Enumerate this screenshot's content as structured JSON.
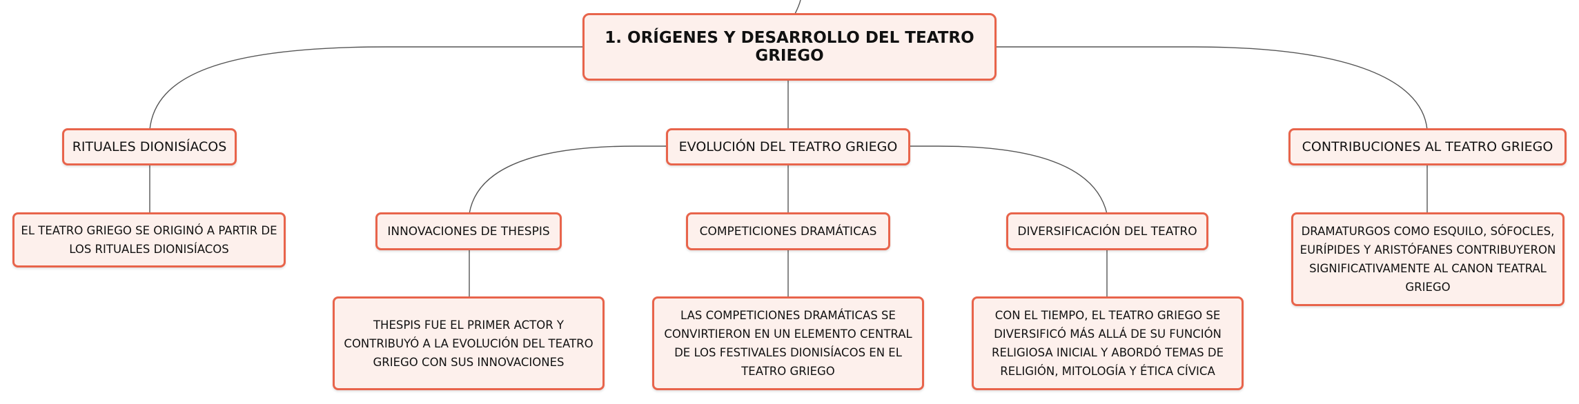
{
  "root": {
    "label": "1. ORÍGENES Y DESARROLLO DEL TEATRO GRIEGO"
  },
  "branches": {
    "rituales": "RITUALES DIONISÍACOS",
    "evolucion": "EVOLUCIÓN DEL TEATRO GRIEGO",
    "contribuciones": "CONTRIBUCIONES AL TEATRO GRIEGO"
  },
  "topics": {
    "thespis": "INNOVACIONES DE THESPIS",
    "competiciones": "COMPETICIONES DRAMÁTICAS",
    "diversificacion": "DIVERSIFICACIÓN DEL TEATRO"
  },
  "leaves": {
    "rituales": "EL TEATRO GRIEGO SE ORIGINÓ A PARTIR DE LOS RITUALES DIONISÍACOS",
    "thespis": "THESPIS FUE EL PRIMER ACTOR Y CONTRIBUYÓ A LA EVOLUCIÓN DEL TEATRO GRIEGO CON SUS INNOVACIONES",
    "competiciones": "LAS COMPETICIONES DRAMÁTICAS SE CONVIRTIERON EN UN ELEMENTO CENTRAL DE LOS FESTIVALES DIONISÍACOS EN EL TEATRO GRIEGO",
    "diversificacion": "CON EL TIEMPO, EL TEATRO GRIEGO SE DIVERSIFICÓ MÁS ALLÁ DE SU FUNCIÓN RELIGIOSA INICIAL Y ABORDÓ TEMAS DE RELIGIÓN, MITOLOGÍA Y ÉTICA CÍVICA",
    "contribuciones": "DRAMATURGOS COMO ESQUILO, SÓFOCLES, EURÍPIDES Y ARISTÓFANES CONTRIBUYERON SIGNIFICATIVAMENTE AL CANON TEATRAL GRIEGO"
  },
  "colors": {
    "node_fill": "#fdf0ec",
    "node_border": "#e8644b",
    "connector": "#555555"
  }
}
